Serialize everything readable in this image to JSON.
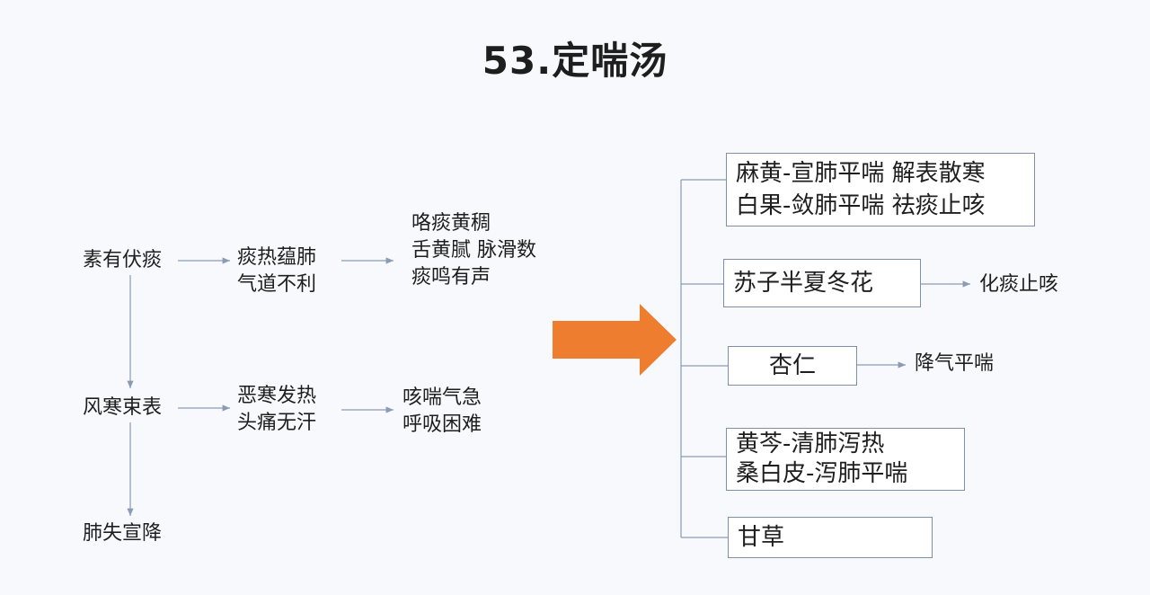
{
  "title": "53.定喘汤",
  "colors": {
    "arrow": "#ee7d2f",
    "line": "#8a9bb4",
    "box_border": "#7f8fa6"
  },
  "pathogenesis": {
    "rows": [
      {
        "cause": "素有伏痰",
        "mechanism": [
          "痰热蕴肺",
          "气道不利"
        ],
        "symptoms": [
          "咯痰黄稠",
          "舌黄腻 脉滑数",
          "痰鸣有声"
        ]
      },
      {
        "cause": "风寒束表",
        "mechanism": [
          "恶寒发热",
          "头痛无汗"
        ],
        "symptoms": [
          "咳喘气急",
          "呼吸困难"
        ]
      },
      {
        "cause": "肺失宣降"
      }
    ]
  },
  "formula": {
    "herbs": [
      {
        "lines": [
          "麻黄-宣肺平喘  解表散寒",
          "白果-敛肺平喘  祛痰止咳"
        ]
      },
      {
        "lines": [
          "苏子半夏冬花"
        ],
        "effect": "化痰止咳"
      },
      {
        "lines": [
          "杏仁"
        ],
        "effect": "降气平喘"
      },
      {
        "lines": [
          "黄芩-清肺泻热",
          "桑白皮-泻肺平喘"
        ]
      },
      {
        "lines": [
          "甘草"
        ]
      }
    ]
  }
}
